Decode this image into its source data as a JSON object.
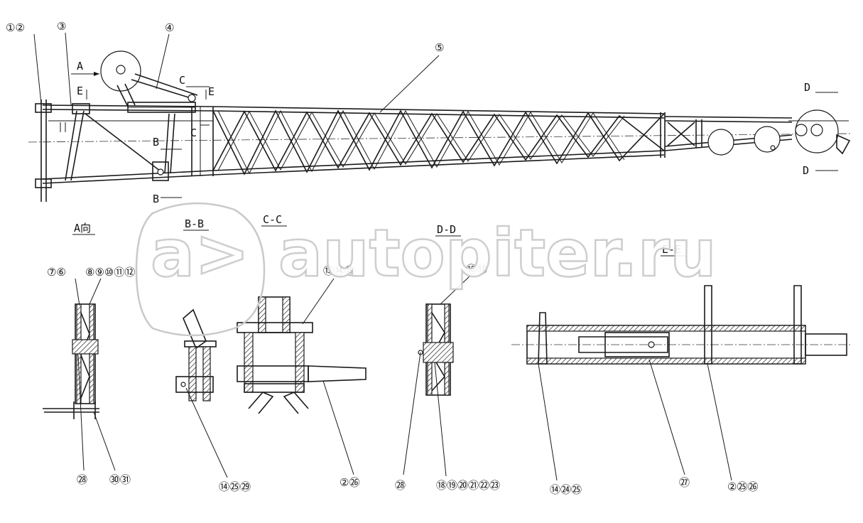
{
  "watermark": {
    "text": "autopiter.ru",
    "logo_text": "a>",
    "color": "#c9c9c9"
  },
  "callouts": [
    {
      "id": "c1",
      "text": "①②"
    },
    {
      "id": "c2",
      "text": "③"
    },
    {
      "id": "c3",
      "text": "④"
    },
    {
      "id": "c4",
      "text": "⑤"
    },
    {
      "id": "c5",
      "text": "⑦⑥"
    },
    {
      "id": "c6",
      "text": "⑧⑨⑩⑪⑫"
    },
    {
      "id": "c7",
      "text": "⑬⑭⑮"
    },
    {
      "id": "c8",
      "text": "⑯⑰"
    },
    {
      "id": "c9",
      "text": "㉘"
    },
    {
      "id": "c10",
      "text": "㉚㉛"
    },
    {
      "id": "c11",
      "text": "⑭㉕㉙"
    },
    {
      "id": "c12",
      "text": "②㉖"
    },
    {
      "id": "c13",
      "text": "㉘"
    },
    {
      "id": "c14",
      "text": "⑱⑲⑳㉑㉒㉓"
    },
    {
      "id": "c15",
      "text": "⑭㉔㉕"
    },
    {
      "id": "c16",
      "text": "㉗"
    },
    {
      "id": "c17",
      "text": "②㉕㉖"
    }
  ],
  "section_marks": {
    "A": "A",
    "B": "B",
    "C": "C",
    "D": "D",
    "E": "E"
  },
  "view_titles": {
    "a_view": "A向",
    "bb": "B-B",
    "cc": "C-C",
    "dd": "D-D",
    "ee": "E-E"
  }
}
